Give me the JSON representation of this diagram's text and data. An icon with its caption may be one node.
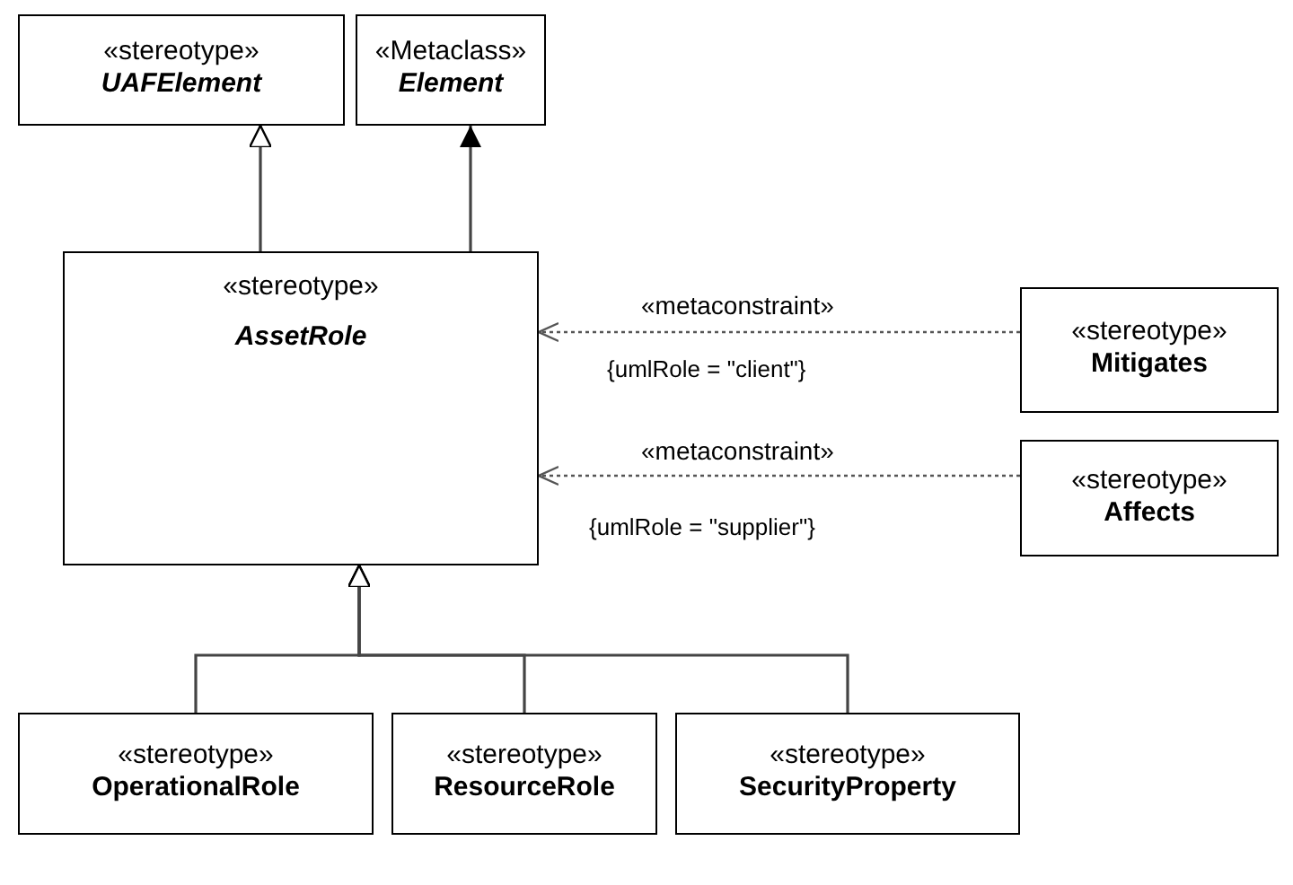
{
  "diagram": {
    "nodes": [
      {
        "text": [
          "«stereotype»",
          "UAFElement"
        ]
      },
      {
        "text": [
          "«Metaclass»",
          "Element"
        ]
      },
      {
        "text": [
          "«stereotype»",
          "AssetRole"
        ]
      },
      {
        "text": [
          "«stereotype»",
          "Mitigates"
        ]
      },
      {
        "text": [
          "«stereotype»",
          "Affects"
        ]
      },
      {
        "text": [
          "«stereotype»",
          "OperationalRole"
        ]
      },
      {
        "text": [
          "«stereotype»",
          "ResourceRole"
        ]
      },
      {
        "text": [
          "«stereotype»",
          "SecurityProperty"
        ]
      }
    ],
    "edges": [
      {
        "from": 2,
        "to": 0,
        "arrow": "to"
      },
      {
        "from": 2,
        "to": 1,
        "arrow": "to"
      },
      {
        "from": 3,
        "to": 2,
        "arrow": "to",
        "label": "«metaconstraint»",
        "style": "dashed"
      },
      {
        "from": 4,
        "to": 2,
        "arrow": "to",
        "label": "«metaconstraint»",
        "style": "dashed"
      },
      {
        "from": 5,
        "to": 2,
        "arrow": "to"
      },
      {
        "from": 6,
        "to": 2,
        "arrow": "to"
      },
      {
        "from": 7,
        "to": 2,
        "arrow": "to"
      }
    ],
    "labels": [
      "{umlRole = \"client\"}",
      "{umlRole = \"supplier\"}"
    ]
  }
}
